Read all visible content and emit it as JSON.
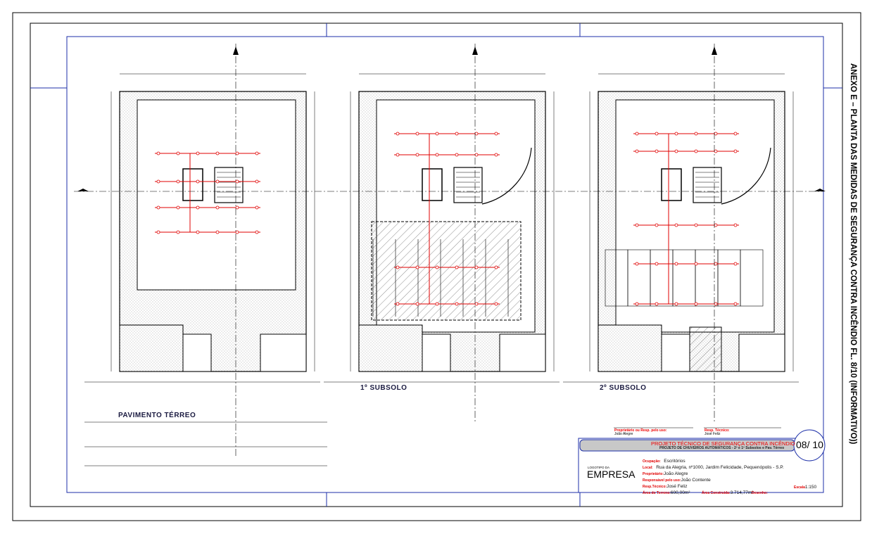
{
  "sheet": {
    "side_title": "ANEXO E – PLANTA DAS MEDIDAS DE SEGURANÇA CONTRA INCÊNDIO FL. 8/10  (INFORMATIVO))",
    "sheet_number": "08/ 10"
  },
  "plans": [
    {
      "title": "PAVIMENTO TÉRREO"
    },
    {
      "title": "1º SUBSOLO"
    },
    {
      "title": "2º SUBSOLO"
    }
  ],
  "signatures": {
    "owner_label": "Proprietário ou Resp. pelo uso:",
    "owner_name": "João Alegre",
    "tech_label": "Resp. Técnico:",
    "tech_name": "José Feliz"
  },
  "title_block": {
    "main_title": "PROJETO TÉCNICO DE SEGURANÇA CONTRA INCÊNDIO",
    "subtitle": "PROJETO DE CHUVEIROS AUTOMÁTICOS - 2º e 1º Subsolos e Pav. Térreo",
    "logo_caption": "LOGOTIPO DA",
    "logo_name": "EMPRESA",
    "fields": {
      "ocupacao_label": "Ocupação:",
      "ocupacao": "Escritórios",
      "local_label": "Local:",
      "local": "Rua da Alegria, nº1000, Jardim Felicidade, Pequenópolis - S.P.",
      "proprietario_label": "Proprietário:",
      "proprietario": "João Alegre",
      "responsavel_label": "Responsável pelo uso:",
      "responsavel": "João Contente",
      "resp_tecnico_label": "Resp.Técnico:",
      "resp_tecnico": "José Feliz",
      "escala_label": "Escala",
      "escala": "1:150",
      "area_terreno_label": "Área do Terreno:",
      "area_terreno": "600,00m²",
      "area_construida_label": "Área Construída:",
      "area_construida": "3.714,77m²",
      "desenho_label": "Desenho:"
    }
  },
  "colors": {
    "frame_blue": "#1c2fa8",
    "sprinkler_red": "#e00000",
    "line": "#000000"
  }
}
